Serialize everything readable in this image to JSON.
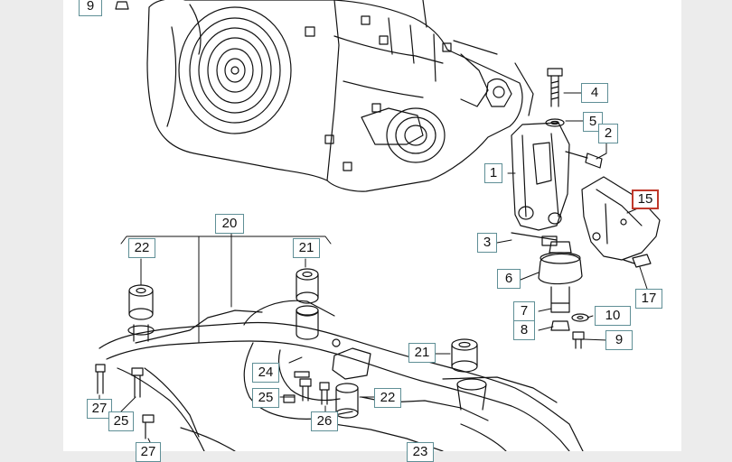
{
  "diagram": {
    "colors": {
      "line": "#111111",
      "callout_border": "#5f8f96",
      "highlight_border": "#c0392b",
      "side_bg": "#ececec"
    },
    "callouts": [
      {
        "id": "c9top",
        "label": "9"
      },
      {
        "id": "c4",
        "label": "4"
      },
      {
        "id": "c5",
        "label": "5"
      },
      {
        "id": "c2",
        "label": "2"
      },
      {
        "id": "c1",
        "label": "1"
      },
      {
        "id": "c15",
        "label": "15",
        "highlighted": true
      },
      {
        "id": "c3",
        "label": "3"
      },
      {
        "id": "c6",
        "label": "6"
      },
      {
        "id": "c17",
        "label": "17"
      },
      {
        "id": "c7",
        "label": "7"
      },
      {
        "id": "c10",
        "label": "10"
      },
      {
        "id": "c8",
        "label": "8"
      },
      {
        "id": "c9b",
        "label": "9"
      },
      {
        "id": "c20",
        "label": "20"
      },
      {
        "id": "c22a",
        "label": "22"
      },
      {
        "id": "c21a",
        "label": "21"
      },
      {
        "id": "c21b",
        "label": "21"
      },
      {
        "id": "c24",
        "label": "24"
      },
      {
        "id": "c25a",
        "label": "25"
      },
      {
        "id": "c22b",
        "label": "22"
      },
      {
        "id": "c27a",
        "label": "27"
      },
      {
        "id": "c25b",
        "label": "25"
      },
      {
        "id": "c26",
        "label": "26"
      },
      {
        "id": "c23",
        "label": "23"
      },
      {
        "id": "c27b",
        "label": "27"
      }
    ]
  }
}
